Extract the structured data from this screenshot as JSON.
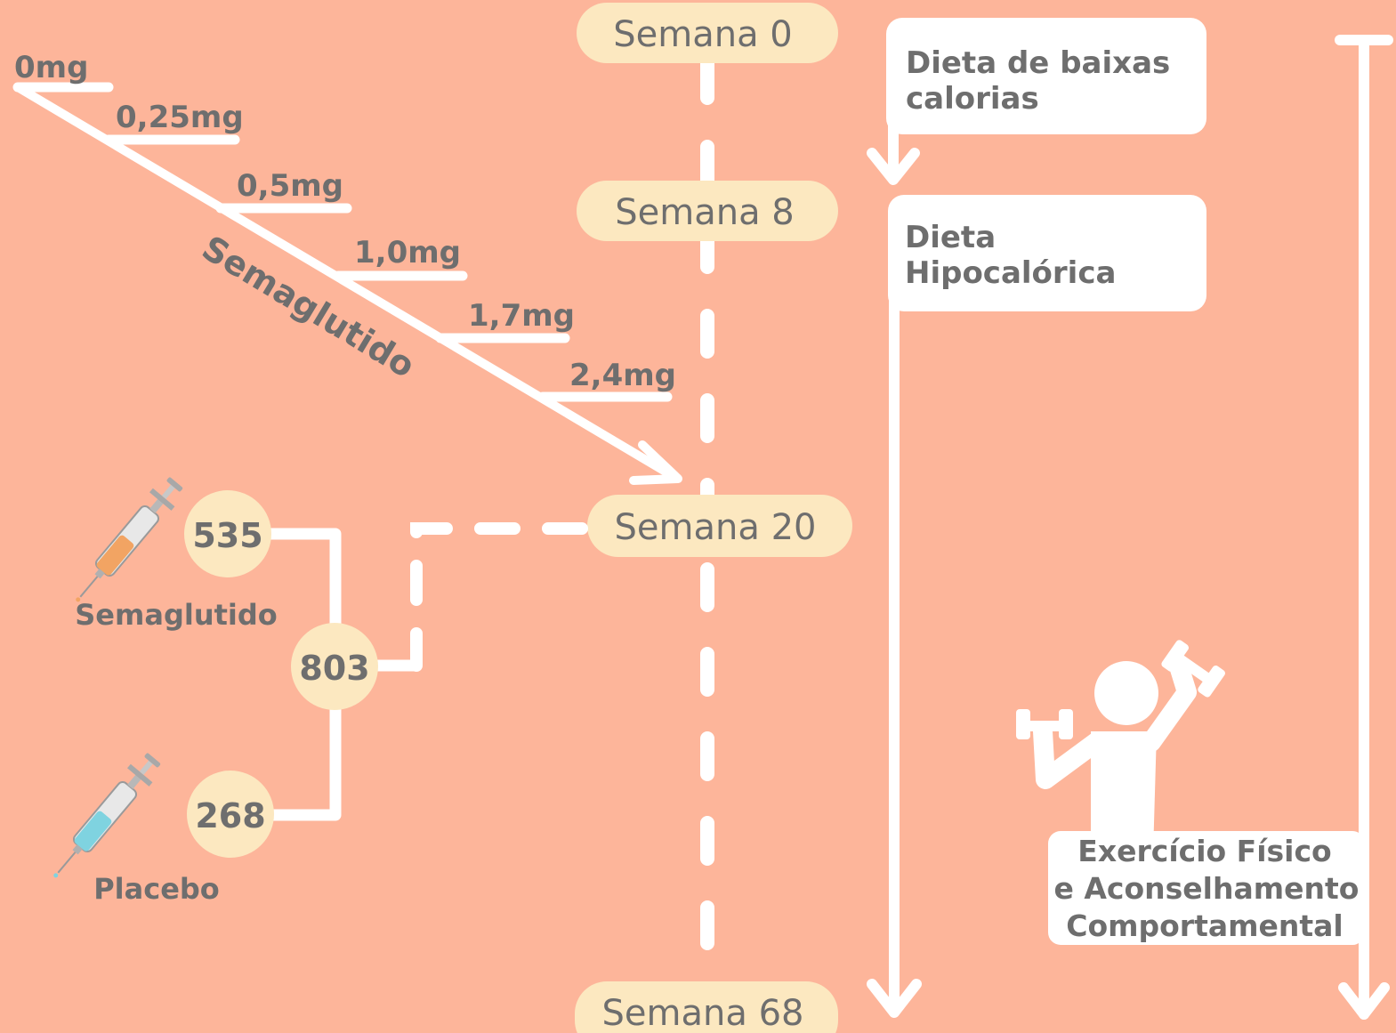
{
  "weeks": [
    "Semana 0",
    "Semana 8",
    "Semana 20",
    "Semana 68"
  ],
  "doses": [
    "0mg",
    "0,25mg",
    "0,5mg",
    "1,0mg",
    "1,7mg",
    "2,4mg"
  ],
  "drug_name": "Semaglutido",
  "diet": {
    "low_calorie": [
      "Dieta de baixas",
      "calorias"
    ],
    "hypocaloric": [
      "Dieta",
      "Hipocalórica"
    ]
  },
  "participants": {
    "total": "803",
    "semaglutide": {
      "count": "535",
      "label": "Semaglutido"
    },
    "placebo": {
      "count": "268",
      "label": "Placebo"
    }
  },
  "exercise_label": [
    "Exercício Físico",
    "e Aconselhamento",
    "Comportamental"
  ],
  "colors": {
    "background": "#FDB59A",
    "pill": "#FCE8C0",
    "text": "#6E6E6E",
    "line": "#FFFFFF",
    "semaglutide_fill": "#F2A463",
    "placebo_fill": "#7FD3E0"
  }
}
